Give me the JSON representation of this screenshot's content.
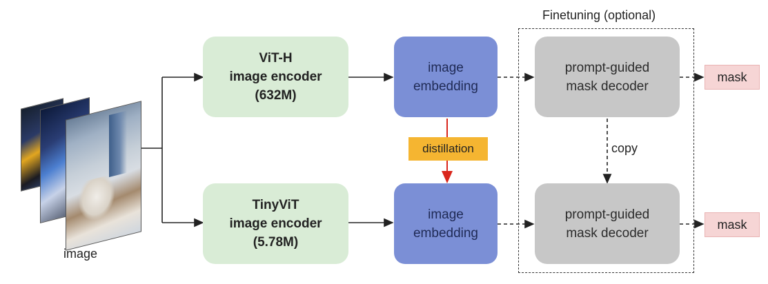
{
  "input": {
    "label": "image"
  },
  "top_encoder": {
    "line1": "ViT-H",
    "line2": "image encoder",
    "line3": "(632M)"
  },
  "bottom_encoder": {
    "line1": "TinyViT",
    "line2": "image encoder",
    "line3": "(5.78M)"
  },
  "top_embedding": {
    "line1": "image",
    "line2": "embedding"
  },
  "bottom_embedding": {
    "line1": "image",
    "line2": "embedding"
  },
  "distillation": {
    "label": "distillation"
  },
  "finetuning": {
    "label": "Finetuning (optional)"
  },
  "top_decoder": {
    "line1": "prompt-guided",
    "line2": "mask decoder"
  },
  "bottom_decoder": {
    "line1": "prompt-guided",
    "line2": "mask decoder"
  },
  "copy": {
    "label": "copy"
  },
  "top_output": {
    "label": "mask"
  },
  "bottom_output": {
    "label": "mask"
  },
  "colors": {
    "encoder": "#d9ecd6",
    "embedding": "#7b8fd6",
    "decoder": "#c7c7c7",
    "mask": "#f6d5d5",
    "distillation": "#f5b531",
    "distillation_arrow": "#d9261c"
  }
}
